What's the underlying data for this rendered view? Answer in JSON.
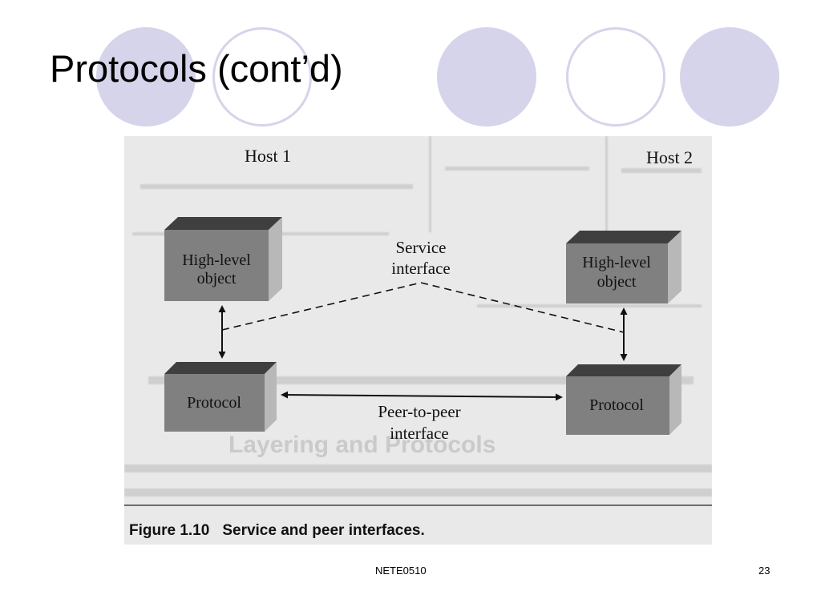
{
  "slide": {
    "title": "Protocols (cont’d)",
    "footer_text": "NETE0510",
    "page_number": "23"
  },
  "figure": {
    "host1_label": "Host 1",
    "host2_label": "Host 2",
    "left_top_box": [
      "High-level",
      "object"
    ],
    "right_top_box": [
      "High-level",
      "object"
    ],
    "left_bottom_box": "Protocol",
    "right_bottom_box": "Protocol",
    "service_interface_label": [
      "Service",
      "interface"
    ],
    "peer_interface_label": [
      "Peer-to-peer",
      "interface"
    ],
    "caption_number": "Figure 1.10",
    "caption_text": "Service and peer interfaces.",
    "bleed_heading": "Layering and Protocols"
  },
  "colors": {
    "accent_circle": "#d5d4ea",
    "box_front": "#808080",
    "box_top": "#3f3f3f",
    "box_side": "#b8b8b8",
    "scan_background": "#e9e9e9"
  }
}
